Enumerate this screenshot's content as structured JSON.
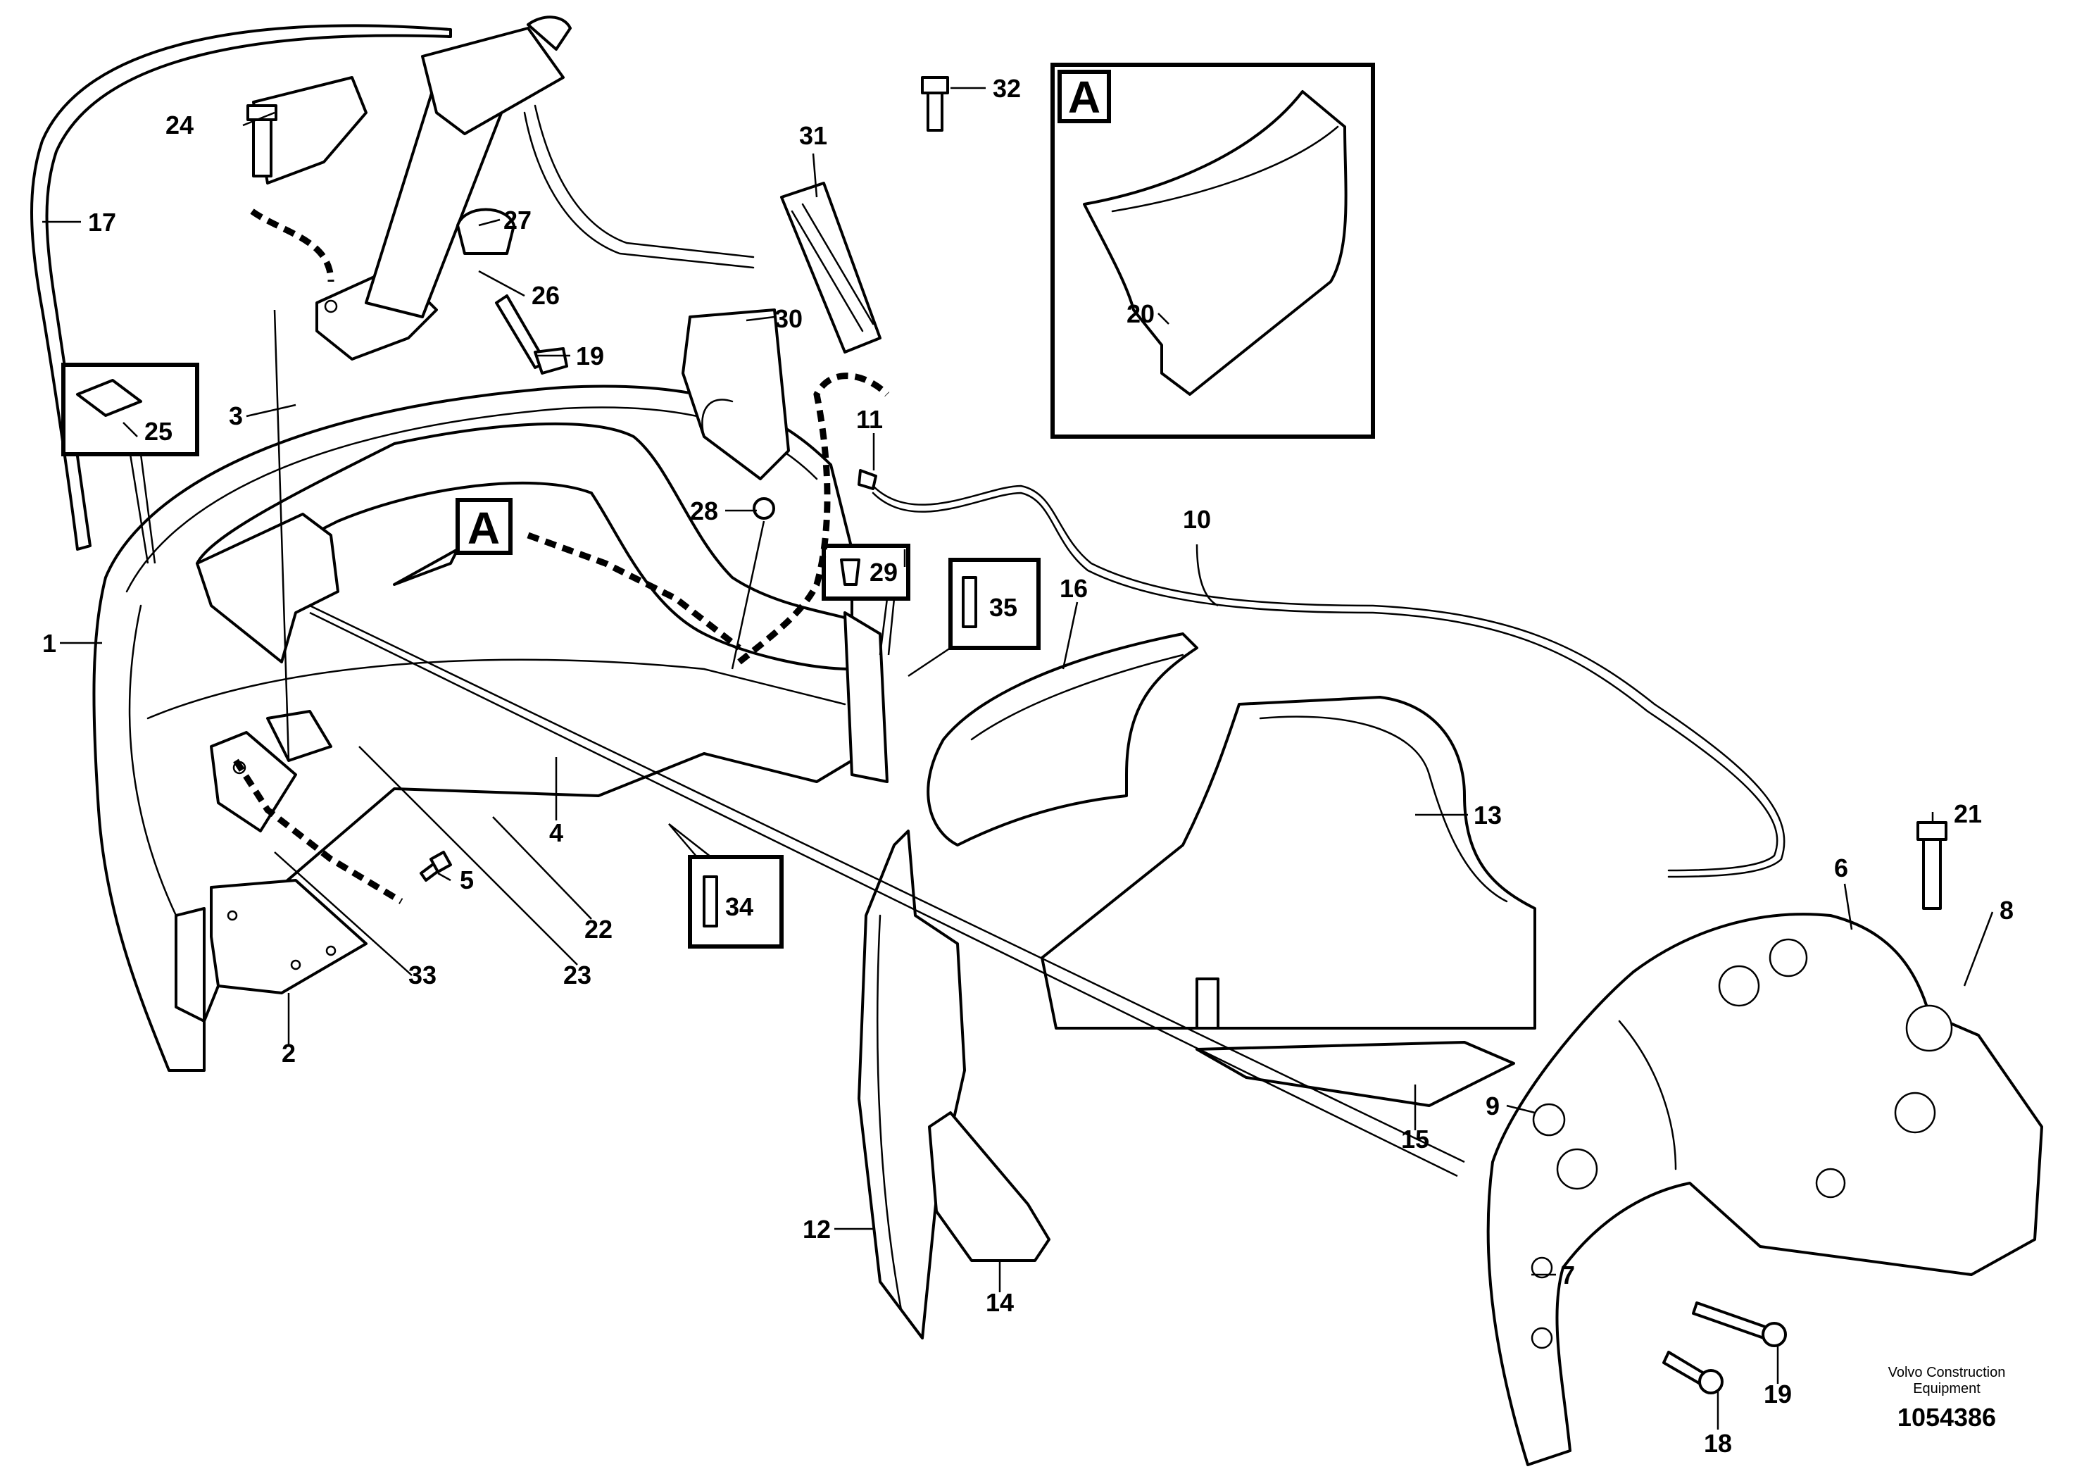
{
  "diagram": {
    "view_markers": [
      "A",
      "A"
    ],
    "part_numbers": [
      "1",
      "2",
      "3",
      "4",
      "5",
      "6",
      "7",
      "8",
      "9",
      "10",
      "11",
      "12",
      "13",
      "14",
      "15",
      "16",
      "17",
      "18",
      "19",
      "19",
      "20",
      "21",
      "22",
      "23",
      "24",
      "25",
      "26",
      "27",
      "28",
      "29",
      "30",
      "31",
      "32",
      "33",
      "34",
      "35"
    ],
    "brand_line1": "Volvo Construction",
    "brand_line2": "Equipment",
    "doc_number": "1054386"
  }
}
